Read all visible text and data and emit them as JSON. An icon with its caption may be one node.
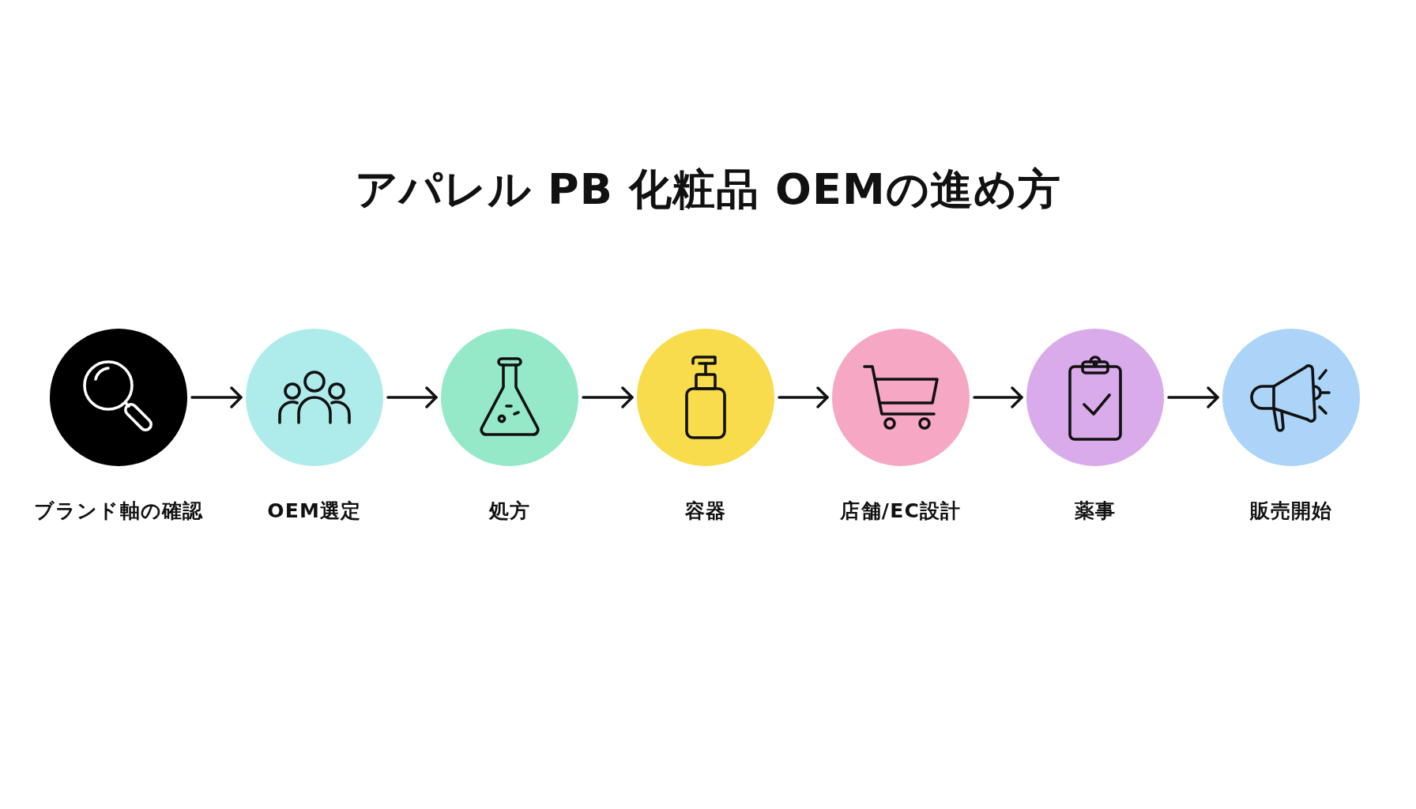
{
  "diagram": {
    "title": "アパレル PB 化粧品 OEMの進め方",
    "nodes": [
      {
        "text": [
          "ブランド軸の確認"
        ]
      },
      {
        "text": [
          "OEM選定"
        ]
      },
      {
        "text": [
          "処方"
        ]
      },
      {
        "text": [
          "容器"
        ]
      },
      {
        "text": [
          "店舗/EC設計"
        ]
      },
      {
        "text": [
          "薬事"
        ]
      },
      {
        "text": [
          "販売開始"
        ]
      }
    ],
    "edges": [
      {
        "from": 0,
        "to": 1,
        "arrow": "to"
      },
      {
        "from": 1,
        "to": 2,
        "arrow": "to"
      },
      {
        "from": 2,
        "to": 3,
        "arrow": "to"
      },
      {
        "from": 3,
        "to": 4,
        "arrow": "to"
      },
      {
        "from": 4,
        "to": 5,
        "arrow": "to"
      },
      {
        "from": 5,
        "to": 6,
        "arrow": "to"
      }
    ]
  }
}
